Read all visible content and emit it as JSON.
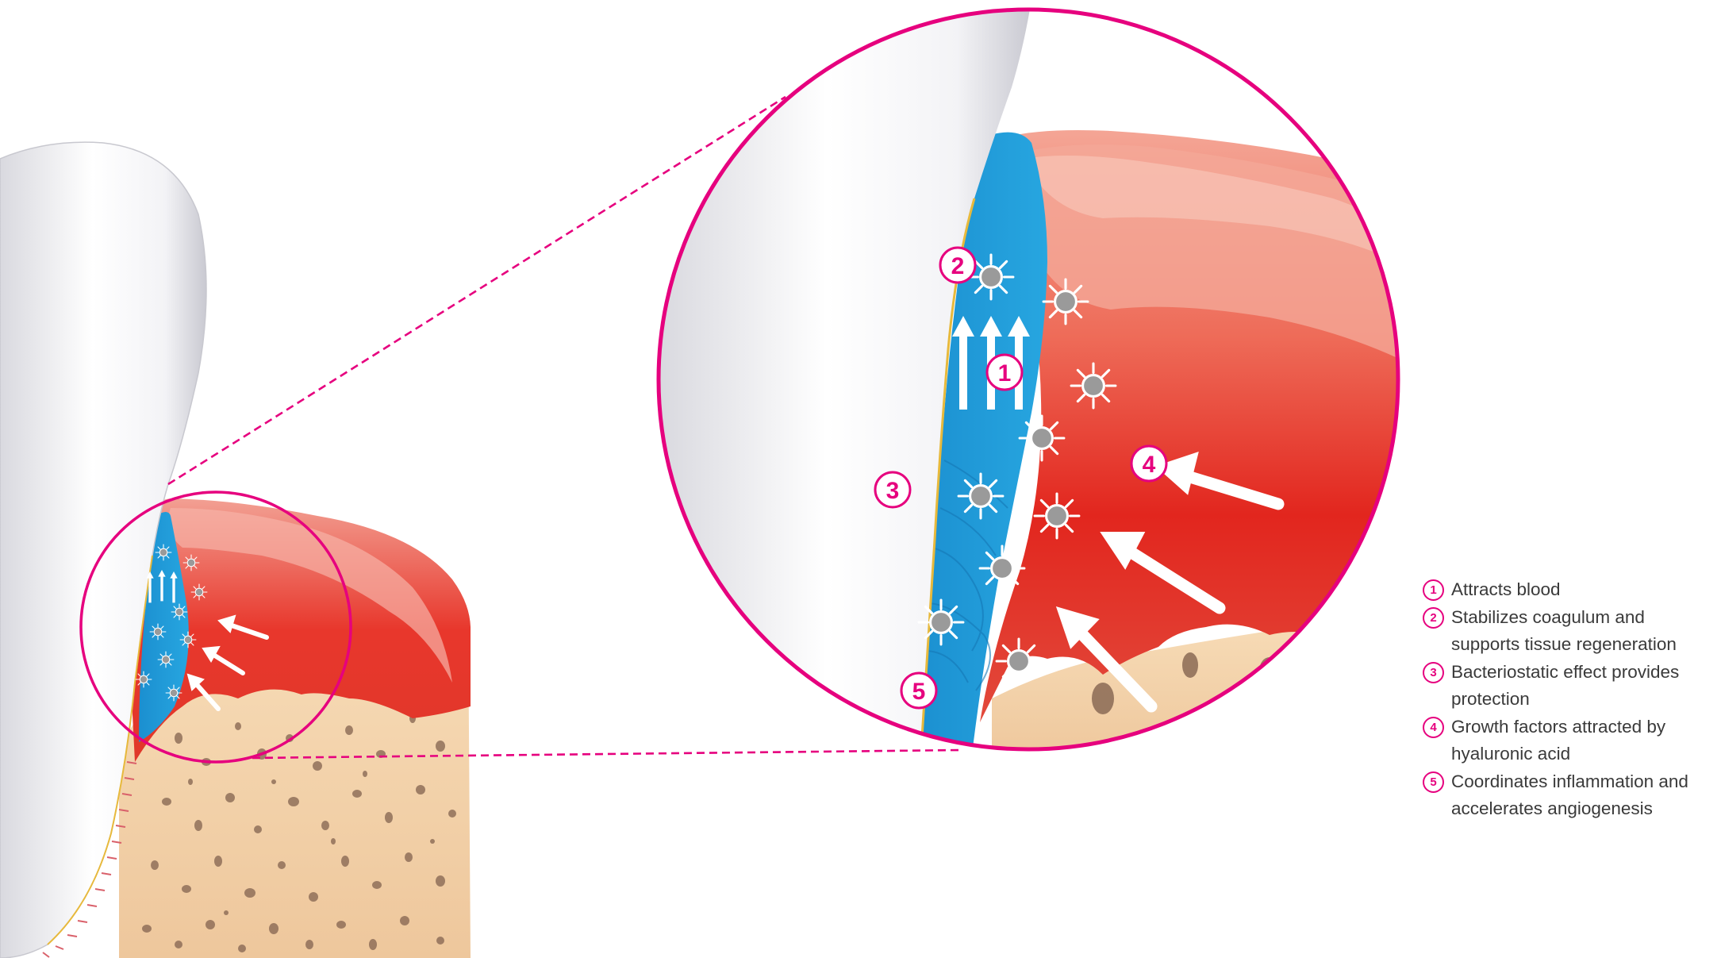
{
  "colors": {
    "accent": "#e6007e",
    "tooth": "#f1f1f4",
    "hyaluronic": "#1a9ad6",
    "gum": "#e8372c",
    "gum_light": "#f08a7a",
    "bone": "#f3d2a8",
    "bone_pores": "#8a6a55",
    "bacteria": "#9a9a9a",
    "text": "#3a3a3a"
  },
  "markers": [
    "1",
    "2",
    "3",
    "4",
    "5"
  ],
  "legend": [
    {
      "number": "1",
      "text": "Attracts blood"
    },
    {
      "number": "2",
      "text": "Stabilizes coagulum and supports tissue regeneration"
    },
    {
      "number": "3",
      "text": "Bacteriostatic effect provides protection"
    },
    {
      "number": "4",
      "text": " Growth factors attracted by hyaluronic acid"
    },
    {
      "number": "5",
      "text": "Coordinates inflammation and accelerates angiogenesis"
    }
  ]
}
